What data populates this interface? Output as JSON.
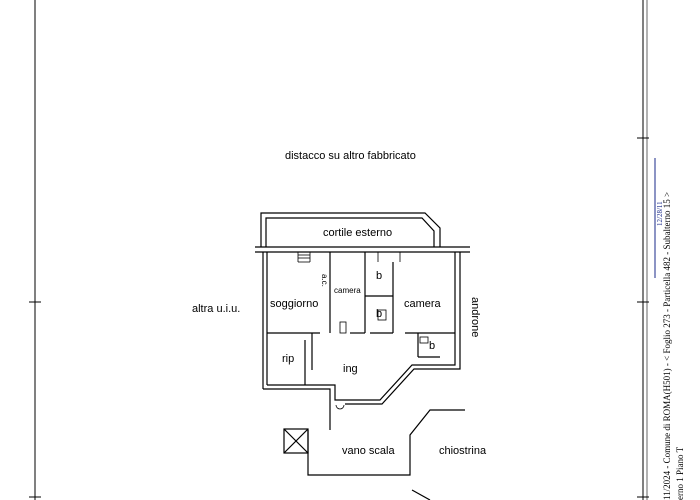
{
  "labels": {
    "distacco": "distacco su altro fabbricato",
    "cortile": "cortile esterno",
    "altra_uiu": "altra u.i.u.",
    "androne": "androne",
    "soggiorno": "soggiorno",
    "camera_small": "camera",
    "camera": "camera",
    "ac": "a.c.",
    "bagno1": "b",
    "bagno2": "b",
    "bagno3": "b",
    "rip": "rip",
    "ing": "ing",
    "vano_scala": "vano scala",
    "chiostrina": "chiostrina"
  },
  "margin_text": {
    "line1": "11/2024 - Comune di ROMA(H501) - < Foglio 273 - Particella 482 - Subalterno 15 >",
    "line2": "erno 1 Piano T",
    "stamp": "12/28/11"
  },
  "colors": {
    "line": "#000000",
    "stamp": "#1a2a8a"
  }
}
